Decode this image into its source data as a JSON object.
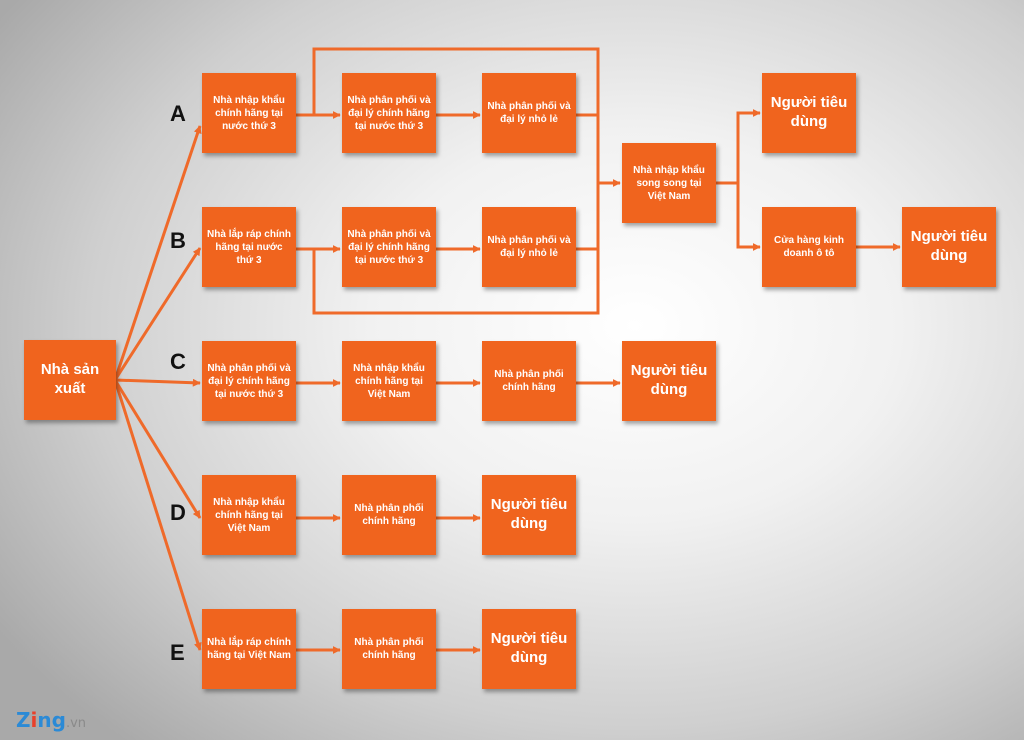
{
  "colors": {
    "box": "#f0641e",
    "arrow": "#ef6a2a"
  },
  "producer": "Nhà sản xuất",
  "letters": [
    "A",
    "B",
    "C",
    "D",
    "E"
  ],
  "row_a": {
    "box1": "Nhà nhập khẩu chính hãng tại nước thứ 3",
    "box2": "Nhà phân phối và đại lý chính hãng tại nước thứ 3",
    "box3": "Nhà phân phối và đại lý nhỏ lẻ"
  },
  "row_b": {
    "box1": "Nhà lắp ráp chính hãng tại nước thứ 3",
    "box2": "Nhà phân phối và đại lý chính hãng tại nước thứ 3",
    "box3": "Nhà phân phối và đại lý nhỏ lẻ"
  },
  "parallel_importer": "Nhà nhập khẩu song song tại Việt Nam",
  "consumer_top": "Người tiêu dùng",
  "car_dealer": "Cửa hàng kinh doanh ô tô",
  "consumer_dealer": "Người tiêu dùng",
  "row_c": {
    "box1": "Nhà phân phối và đại lý chính hãng tại nước thứ 3",
    "box2": "Nhà nhập khẩu chính hãng tại Việt Nam",
    "box3": "Nhà phân phối chính hãng",
    "consumer": "Người tiêu dùng"
  },
  "row_d": {
    "box1": "Nhà nhập khẩu chính hãng tại Việt Nam",
    "box2": "Nhà phân phối chính hãng",
    "consumer": "Người tiêu dùng"
  },
  "row_e": {
    "box1": "Nhà lắp ráp chính hãng tại Việt Nam",
    "box2": "Nhà phân phối chính hãng",
    "consumer": "Người tiêu dùng"
  },
  "logo": {
    "z": "Z",
    "i": "i",
    "ng": "ng",
    "vn": ".vn"
  }
}
